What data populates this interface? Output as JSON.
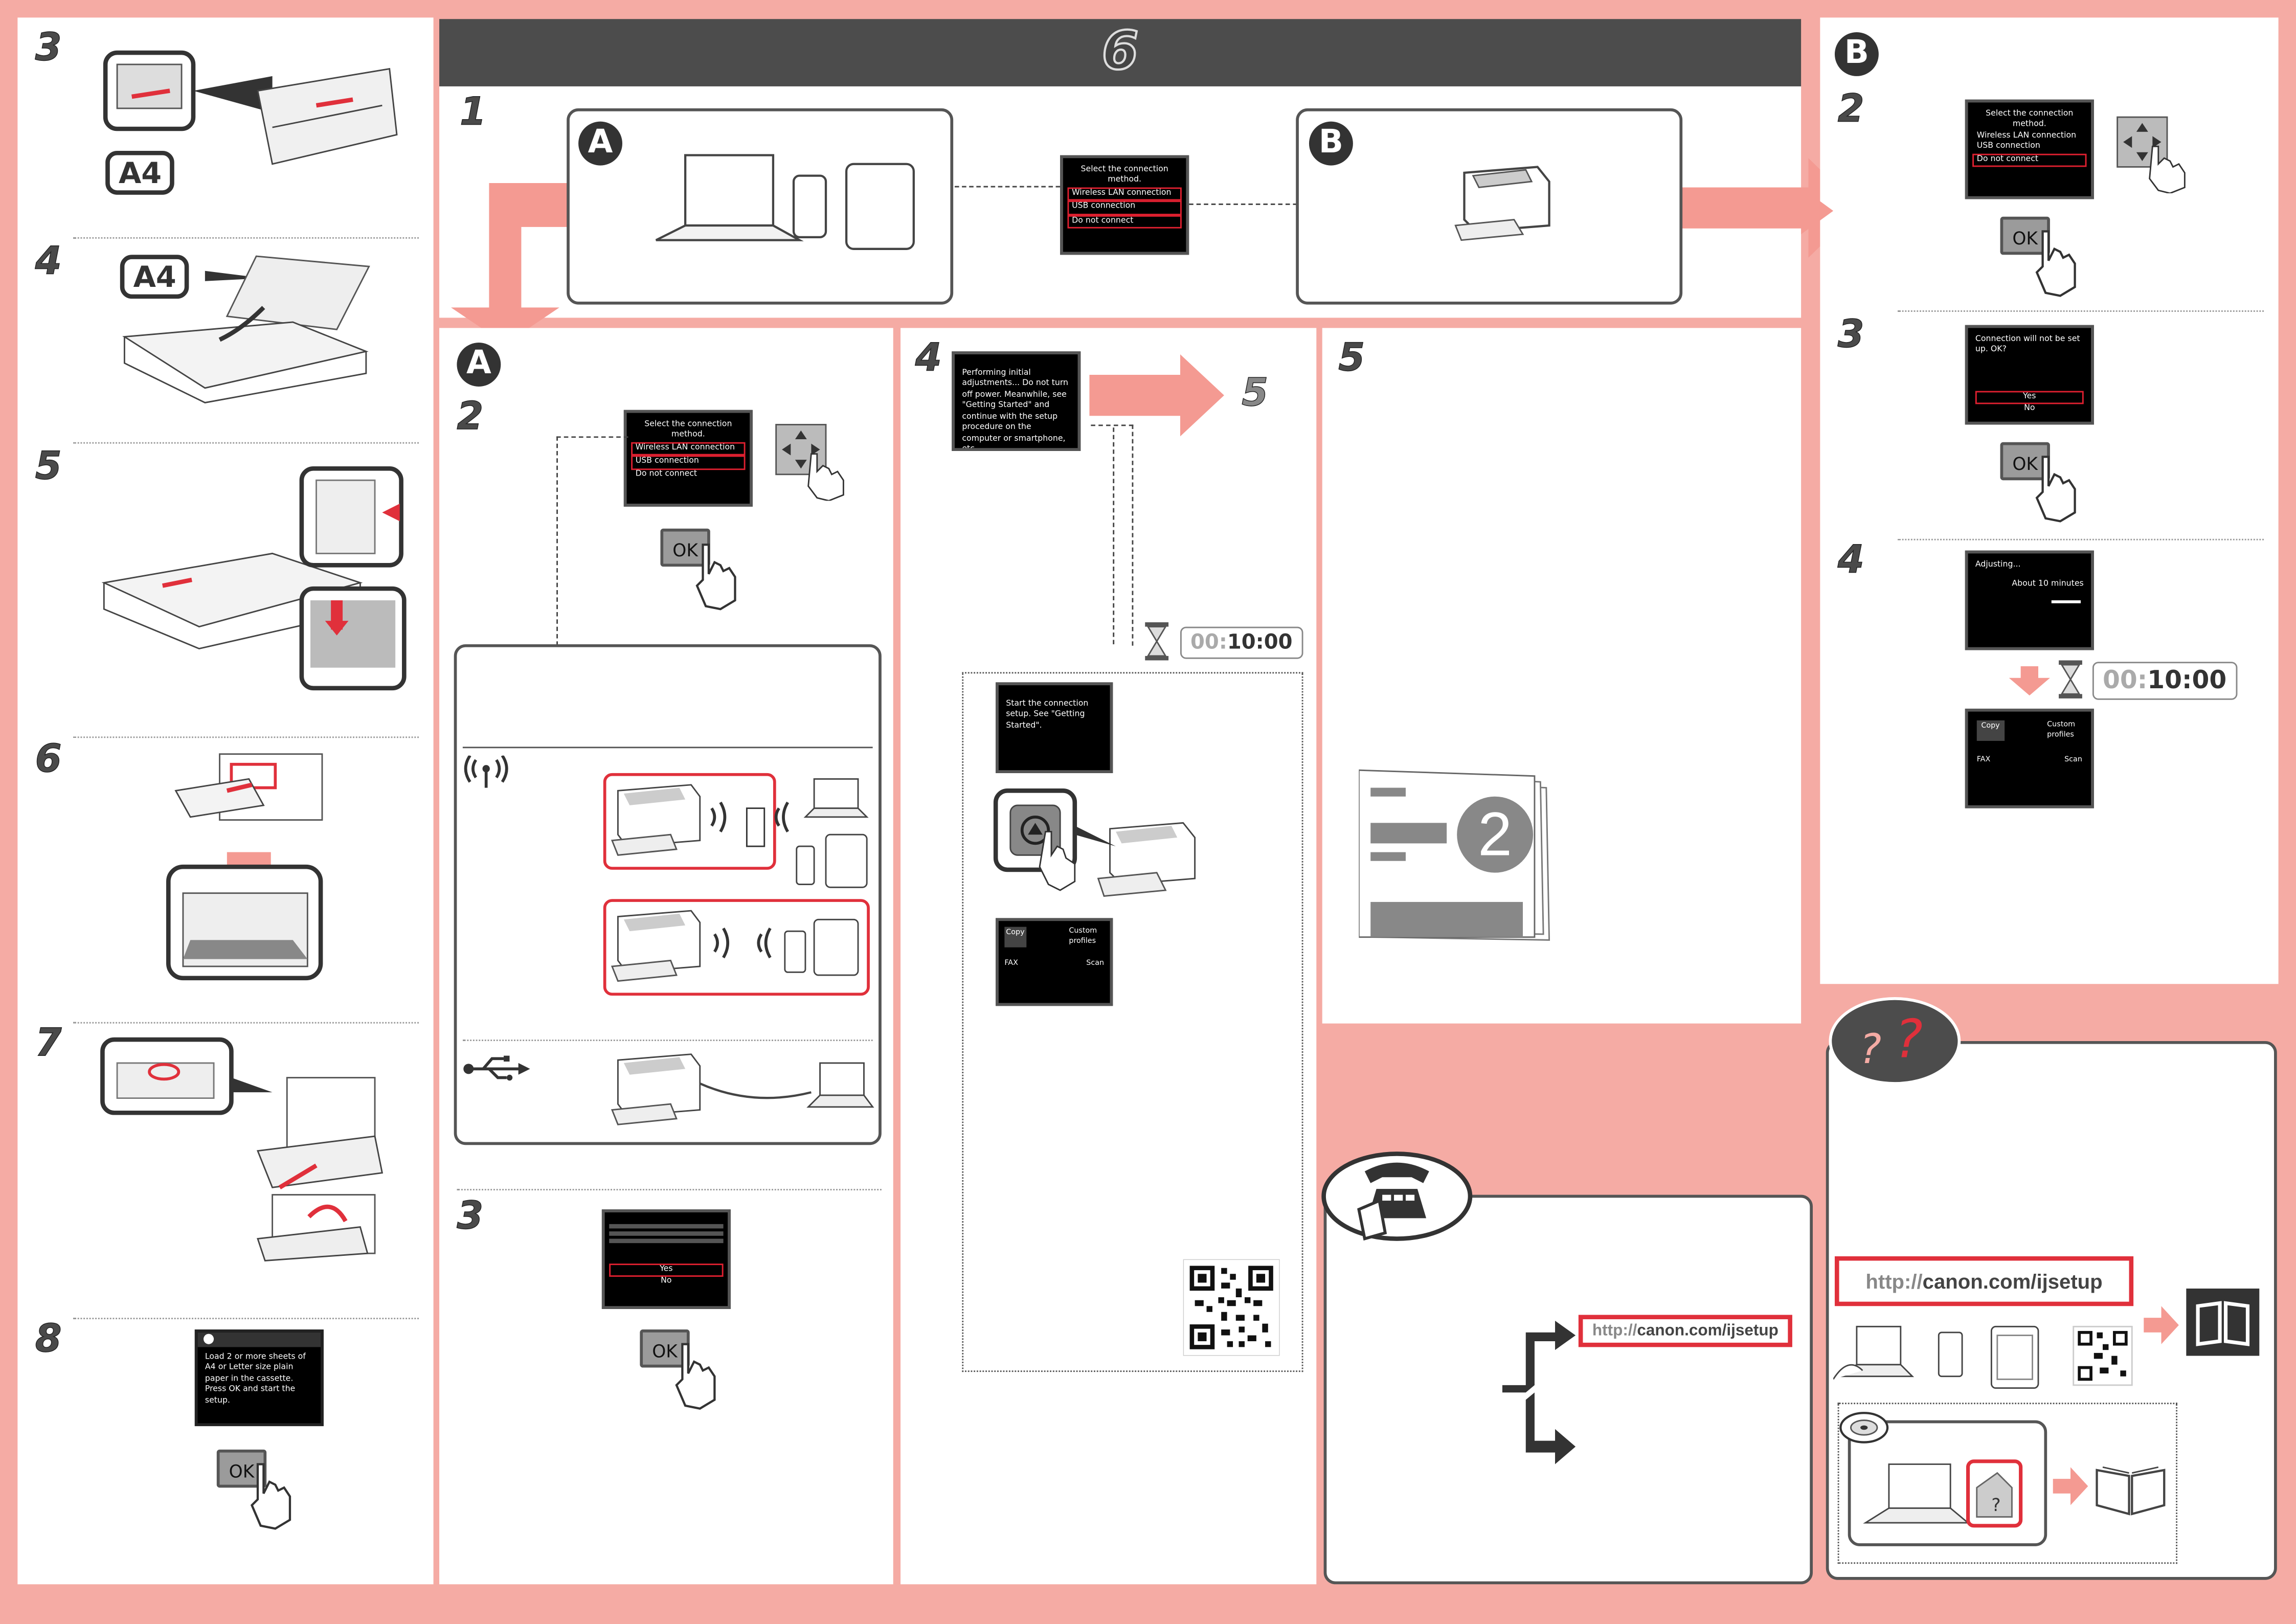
{
  "left_steps": [
    {
      "num": "3",
      "label": "A4"
    },
    {
      "num": "4",
      "label": "A4"
    },
    {
      "num": "5"
    },
    {
      "num": "6"
    },
    {
      "num": "7"
    },
    {
      "num": "8",
      "screen": "Load 2 or more sheets of A4 or Letter size plain paper in the cassette. Press OK and start the setup.",
      "ok": "OK"
    }
  ],
  "header": {
    "title": "6"
  },
  "step1": {
    "num": "1",
    "a": "A",
    "b": "B",
    "screen": {
      "title": "Select the connection method.",
      "items": [
        "Wireless LAN connection",
        "USB connection",
        "Do not connect"
      ]
    }
  },
  "col_a": {
    "label": "A",
    "step2": {
      "num": "2",
      "screen": {
        "title": "Select the connection method.",
        "items": [
          "Wireless LAN connection",
          "USB connection",
          "Do not connect"
        ]
      },
      "ok": "OK"
    },
    "step3": {
      "num": "3",
      "screen_yes": "Yes",
      "screen_no": "No",
      "ok": "OK"
    }
  },
  "col4": {
    "num": "4",
    "next": "5",
    "screen": "Performing initial adjustments... Do not turn off power. Meanwhile, see \"Getting Started\" and continue with the setup procedure on the computer or smartphone, etc.",
    "timer_dim": "00:",
    "timer": "10:00",
    "screen2": "Start the connection setup. See \"Getting Started\".",
    "home": {
      "copy": "Copy",
      "custom": "Custom profiles",
      "fax": "FAX",
      "scan": "Scan"
    }
  },
  "col5": {
    "num": "5",
    "doc_number": "2"
  },
  "fax_box": {
    "url_prefix": "http://",
    "url_main": "canon.com/ijsetup"
  },
  "col_b": {
    "label": "B",
    "step2": {
      "num": "2",
      "screen": {
        "title": "Select the connection method.",
        "items": [
          "Wireless LAN connection",
          "USB connection",
          "Do not connect"
        ]
      },
      "ok": "OK"
    },
    "step3": {
      "num": "3",
      "screen": "Connection will not be set up. OK?",
      "yes": "Yes",
      "no": "No",
      "ok": "OK"
    },
    "step4": {
      "num": "4",
      "screen_title": "Adjusting...",
      "screen_time": "About 10 minutes",
      "timer_dim": "00:",
      "timer": "10:00",
      "home": {
        "copy": "Copy",
        "custom": "Custom profiles",
        "fax": "FAX",
        "scan": "Scan"
      }
    }
  },
  "help_box": {
    "url_prefix": "http://",
    "url_main": "canon.com/ijsetup"
  }
}
